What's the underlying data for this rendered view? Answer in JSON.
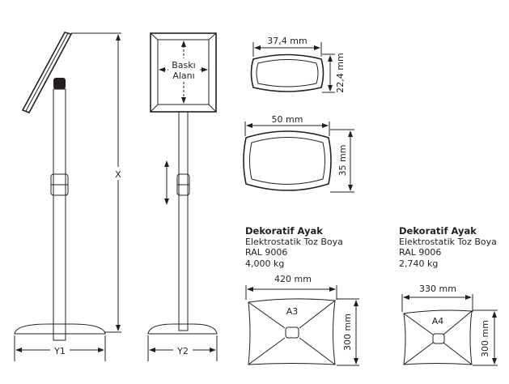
{
  "stand_side": {
    "height_label": "X",
    "base_label": "Y1"
  },
  "stand_front": {
    "print_area_line1": "Baskı",
    "print_area_line2": "Alanı",
    "base_label": "Y2"
  },
  "profile_small": {
    "width": "37,4 mm",
    "height": "22,4 mm"
  },
  "profile_large": {
    "width": "50 mm",
    "height": "35 mm"
  },
  "base_a3": {
    "title": "Dekoratif Ayak",
    "finish": "Elektrostatik  Toz Boya",
    "color": "RAL 9006",
    "weight": "4,000 kg",
    "width": "420 mm",
    "height": "300 mm",
    "format": "A3"
  },
  "base_a4": {
    "title": "Dekoratif Ayak",
    "finish": "Elektrostatik Toz Boya",
    "color": "RAL 9006",
    "weight": "2,740 kg",
    "width": "330 mm",
    "height": "300 mm",
    "format": "A4"
  }
}
